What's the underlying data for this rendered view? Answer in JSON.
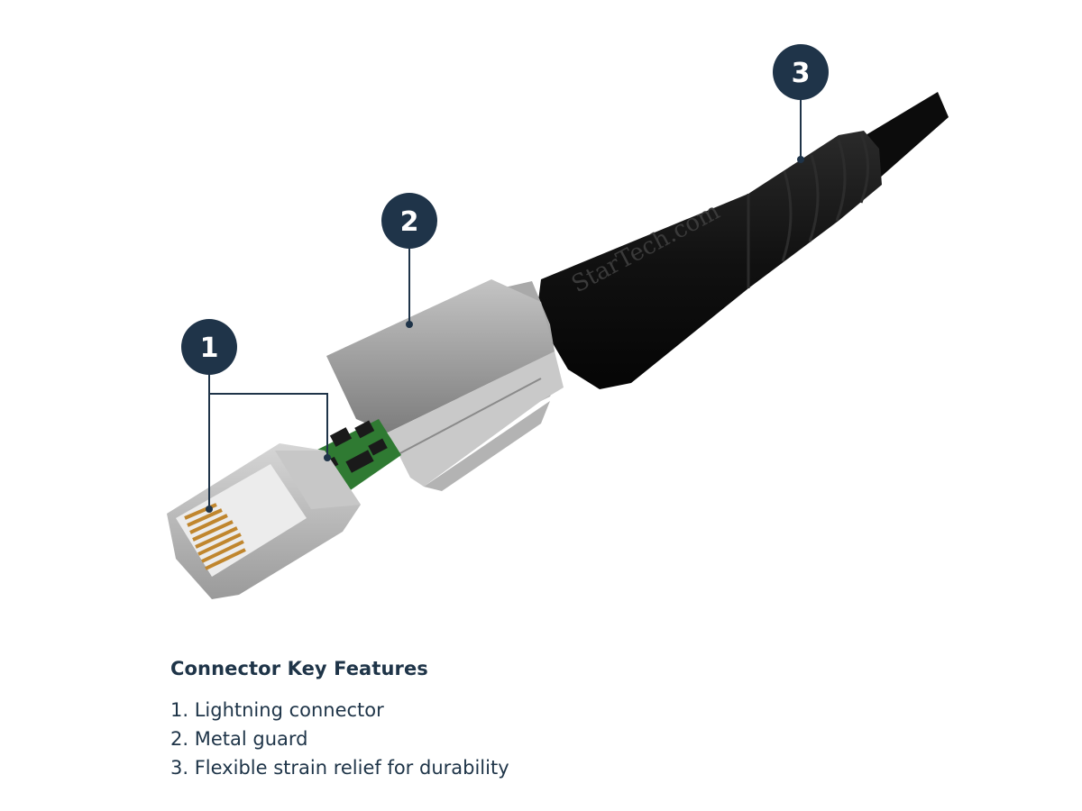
{
  "callouts": [
    {
      "number": "1"
    },
    {
      "number": "2"
    },
    {
      "number": "3"
    }
  ],
  "brand_mark": "StarTech.com",
  "features": {
    "title": "Connector Key Features",
    "items": [
      "1. Lightning connector",
      "2. Metal guard",
      "3. Flexible strain relief for durability"
    ]
  },
  "colors": {
    "callout_badge": "#1f3449",
    "callout_line": "#1f3449",
    "cable": "#111111",
    "metal_guard": "#9a9a9a",
    "connector_body": "#b9b9b9",
    "circuit_board": "#2f7a32",
    "contacts": "#c0862e",
    "text": "#1e3448"
  }
}
